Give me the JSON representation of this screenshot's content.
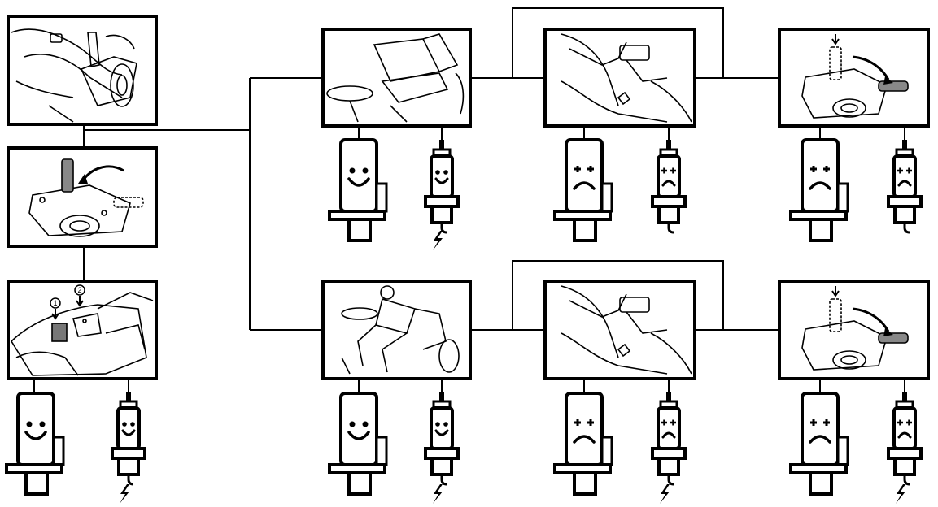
{
  "panels": [
    {
      "id": "mower-overview",
      "callouts": []
    },
    {
      "id": "throttle-lever-back",
      "callouts": []
    },
    {
      "id": "brake-pedal-controls",
      "callouts": [
        "1",
        "2"
      ]
    },
    {
      "id": "operator-seat-empty",
      "callouts": []
    },
    {
      "id": "mower-switch-top-1",
      "callouts": []
    },
    {
      "id": "throttle-lever-pull-1",
      "callouts": []
    },
    {
      "id": "operator-seated",
      "callouts": []
    },
    {
      "id": "mower-switch-top-2",
      "callouts": []
    },
    {
      "id": "throttle-lever-pull-2",
      "callouts": []
    }
  ],
  "status_icons": [
    {
      "under": "brake-pedal-controls",
      "state": "happy",
      "spark": true
    },
    {
      "under": "operator-seat-empty",
      "state": "happy",
      "spark": true
    },
    {
      "under": "mower-switch-top-1",
      "state": "sad",
      "spark": false
    },
    {
      "under": "throttle-lever-pull-1",
      "state": "sad",
      "spark": false
    },
    {
      "under": "operator-seated",
      "state": "happy",
      "spark": true
    },
    {
      "under": "mower-switch-top-2",
      "state": "sad",
      "spark": true
    },
    {
      "under": "throttle-lever-pull-2",
      "state": "sad",
      "spark": true
    }
  ],
  "icons": {
    "starter": "starter-motor-icon",
    "spark_plug": "spark-plug-icon",
    "spark": "lightning-bolt-icon"
  },
  "colors": {
    "line": "#000000",
    "background": "#ffffff"
  }
}
